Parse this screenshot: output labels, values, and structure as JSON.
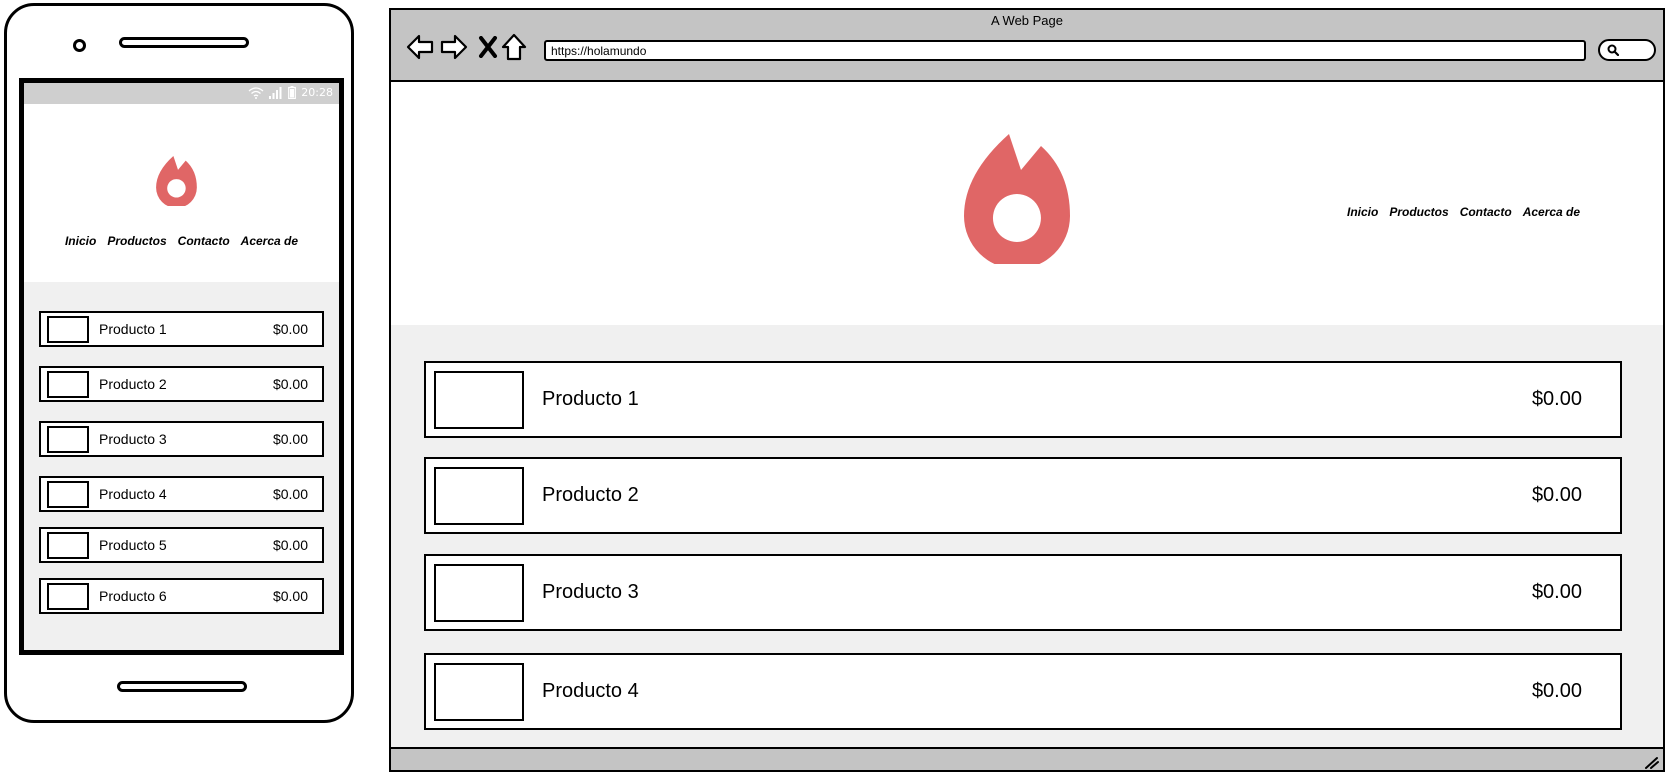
{
  "phone": {
    "status_bar": {
      "time": "20:28",
      "icons": [
        "wifi-icon",
        "signal-icon",
        "battery-icon"
      ]
    },
    "header": {
      "logo_icon": "flame-logo-icon",
      "nav": [
        "Inicio",
        "Productos",
        "Contacto",
        "Acerca de"
      ]
    },
    "products": [
      {
        "name": "Producto 1",
        "price": "$0.00"
      },
      {
        "name": "Producto 2",
        "price": "$0.00"
      },
      {
        "name": "Producto 3",
        "price": "$0.00"
      },
      {
        "name": "Producto 4",
        "price": "$0.00"
      },
      {
        "name": "Producto 5",
        "price": "$0.00"
      },
      {
        "name": "Producto 6",
        "price": "$0.00"
      }
    ]
  },
  "browser": {
    "window_title": "A Web Page",
    "url": "https://holamundo",
    "toolbar_icons": [
      "back-icon",
      "forward-icon",
      "close-icon",
      "home-icon",
      "search-icon"
    ],
    "header": {
      "logo_icon": "flame-logo-icon",
      "nav": [
        "Inicio",
        "Productos",
        "Contacto",
        "Acerca de"
      ]
    },
    "products": [
      {
        "name": "Producto 1",
        "price": "$0.00"
      },
      {
        "name": "Producto 2",
        "price": "$0.00"
      },
      {
        "name": "Producto 3",
        "price": "$0.00"
      },
      {
        "name": "Producto 4",
        "price": "$0.00"
      }
    ]
  },
  "colors": {
    "accent": "#e06666",
    "chrome": "#c4c4c4",
    "content_bg": "#f0f0f0",
    "status_bar": "#cfcfcf"
  }
}
